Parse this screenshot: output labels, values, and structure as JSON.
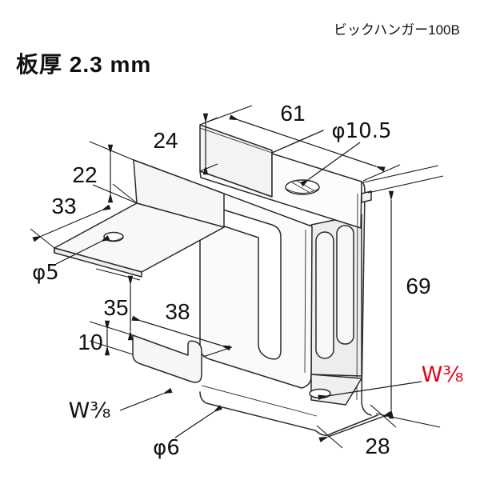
{
  "title": "ビックハンガー100B",
  "note": "板厚 2.3 mm",
  "product": {
    "name": "ビックハンガー100B",
    "plate_thickness_mm": 2.3
  },
  "dims": {
    "d24": "24",
    "d61": "61",
    "d10_5": "φ10.5",
    "d22": "22",
    "d33": "33",
    "d5": "φ5",
    "d35": "35",
    "d38": "38",
    "d10": "10",
    "d69": "69",
    "w38_red": "W³⁄₈",
    "w38_black": "W³⁄₈",
    "d6": "φ6",
    "d28": "28"
  },
  "colors": {
    "red": "#e60012",
    "line": "#2b2b2b",
    "dim": "#1a1a1a"
  }
}
